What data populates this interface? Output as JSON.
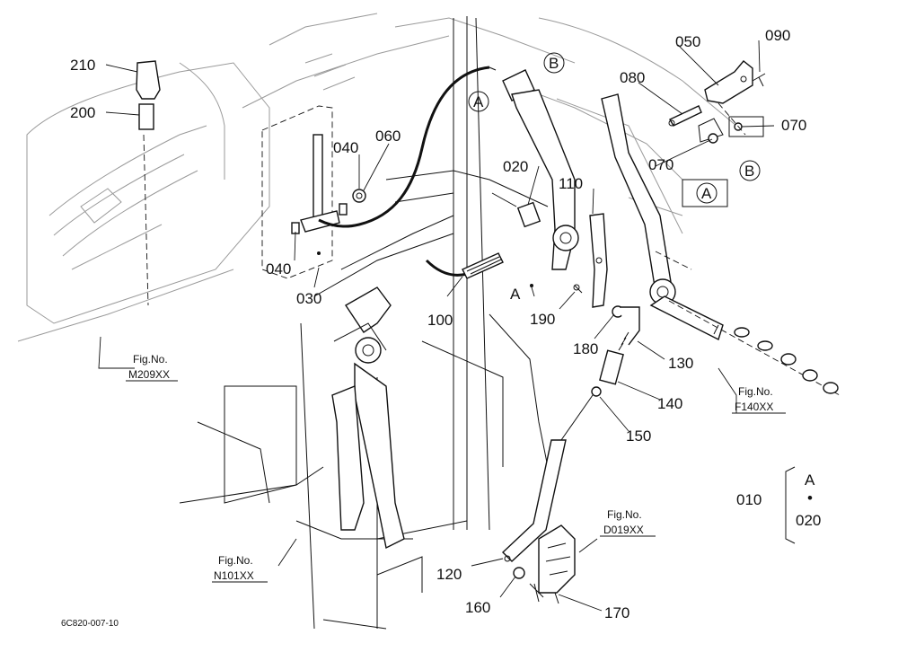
{
  "parts": [
    {
      "id": "p210",
      "label": "210"
    },
    {
      "id": "p200",
      "label": "200"
    },
    {
      "id": "p040a",
      "label": "040"
    },
    {
      "id": "p060",
      "label": "060"
    },
    {
      "id": "p040b",
      "label": "040"
    },
    {
      "id": "p030",
      "label": "030"
    },
    {
      "id": "p100",
      "label": "100"
    },
    {
      "id": "p020",
      "label": "020"
    },
    {
      "id": "p110",
      "label": "110"
    },
    {
      "id": "p190",
      "label": "190"
    },
    {
      "id": "p180",
      "label": "180"
    },
    {
      "id": "p130",
      "label": "130"
    },
    {
      "id": "p140",
      "label": "140"
    },
    {
      "id": "p150",
      "label": "150"
    },
    {
      "id": "p120",
      "label": "120"
    },
    {
      "id": "p160",
      "label": "160"
    },
    {
      "id": "p170",
      "label": "170"
    },
    {
      "id": "p050",
      "label": "050"
    },
    {
      "id": "p090",
      "label": "090"
    },
    {
      "id": "p080",
      "label": "080"
    },
    {
      "id": "p070a",
      "label": "070"
    },
    {
      "id": "p070b",
      "label": "070"
    }
  ],
  "callouts": {
    "a1": "A",
    "b1": "B",
    "a2": "A",
    "b2": "B",
    "a3": "A"
  },
  "figure_refs": [
    {
      "id": "m209",
      "line1": "Fig.No.",
      "line2": "M209XX"
    },
    {
      "id": "f140",
      "line1": "Fig.No.",
      "line2": "F140XX"
    },
    {
      "id": "n101",
      "line1": "Fig.No.",
      "line2": "N101XX"
    },
    {
      "id": "d019",
      "line1": "Fig.No.",
      "line2": "D019XX"
    }
  ],
  "legend": {
    "main": "010",
    "letter": "A",
    "dot": "•",
    "sub": "020"
  },
  "drawing_number": "6C820-007-10"
}
